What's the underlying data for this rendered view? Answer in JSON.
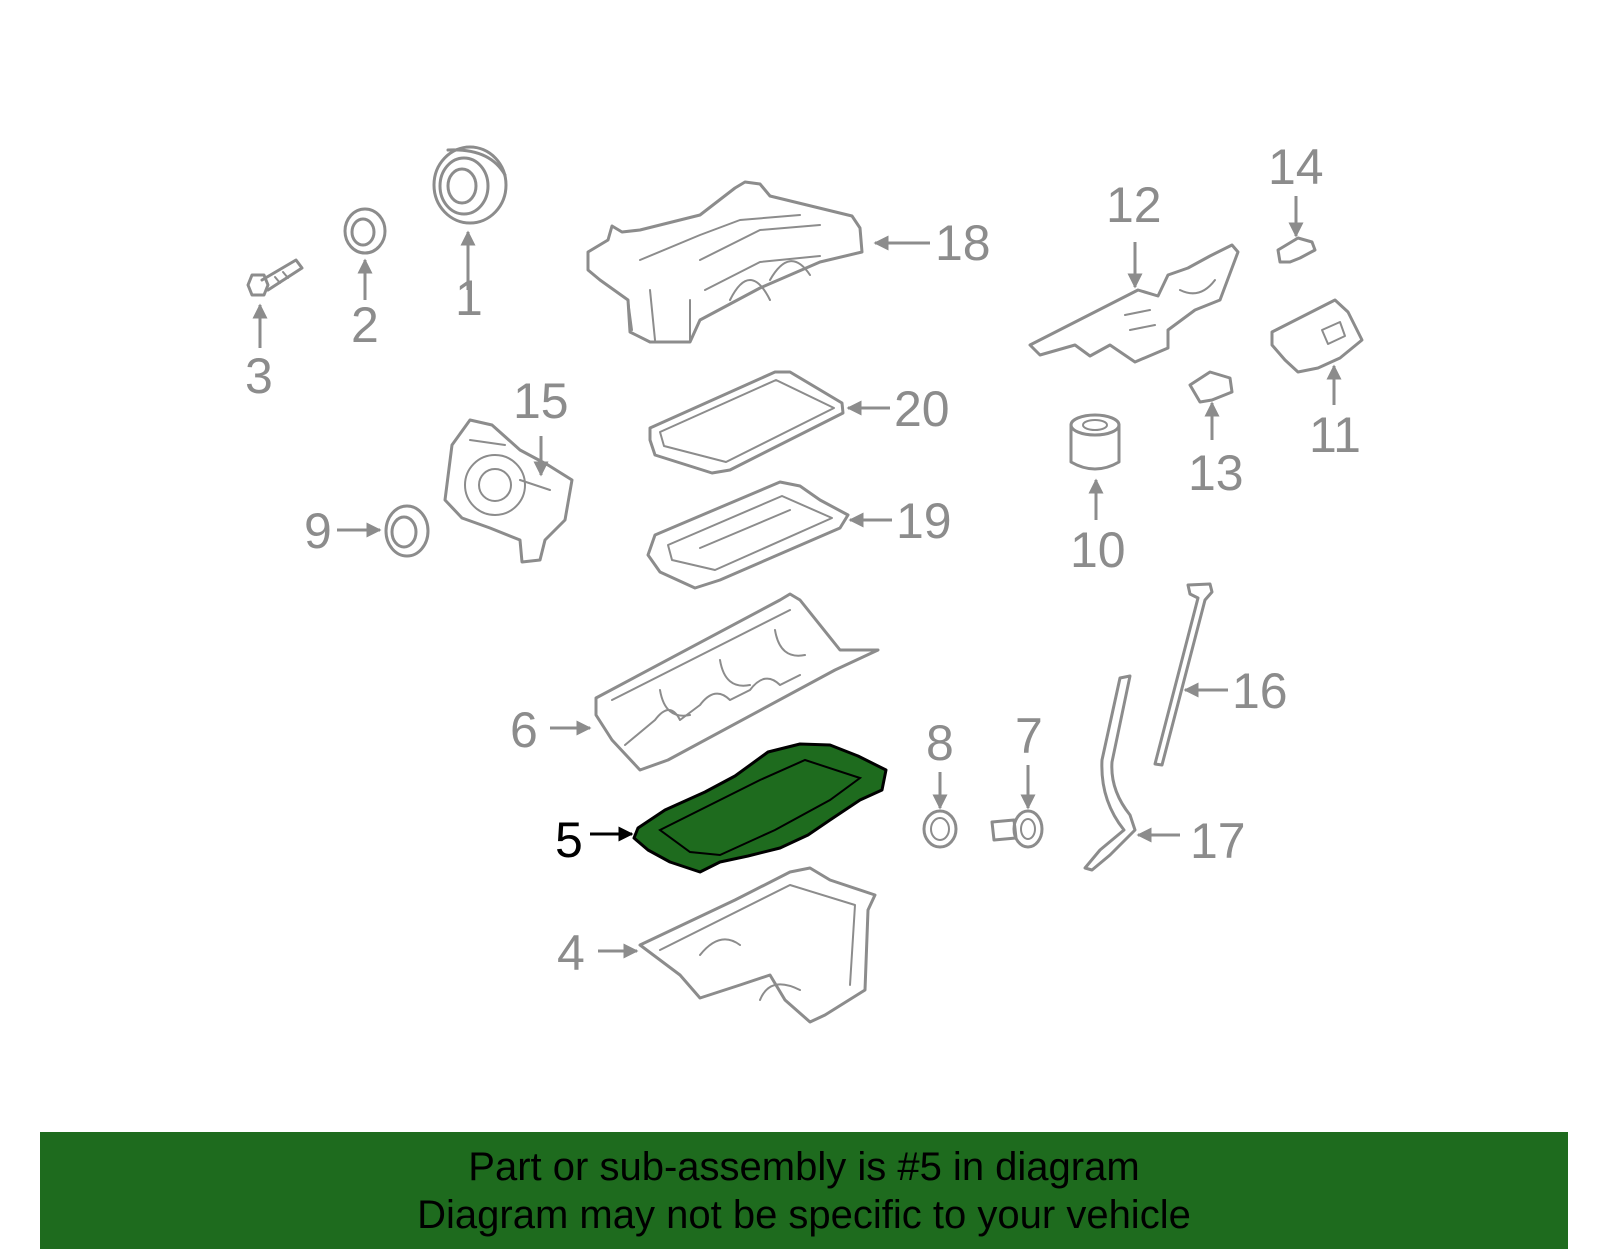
{
  "diagram": {
    "callouts": {
      "c1": "1",
      "c2": "2",
      "c3": "3",
      "c4": "4",
      "c5": "5",
      "c6": "6",
      "c7": "7",
      "c8": "8",
      "c9": "9",
      "c10": "10",
      "c11": "11",
      "c12": "12",
      "c13": "13",
      "c14": "14",
      "c15": "15",
      "c16": "16",
      "c17": "17",
      "c18": "18",
      "c19": "19",
      "c20": "20"
    },
    "selected_part": "5",
    "colors": {
      "highlight": "#1e6b1e",
      "line": "#8c8c8c",
      "selected_label": "#000000"
    }
  },
  "banner": {
    "line1": "Part or sub-assembly is #5 in diagram",
    "line2": "Diagram may not be specific to your vehicle"
  }
}
